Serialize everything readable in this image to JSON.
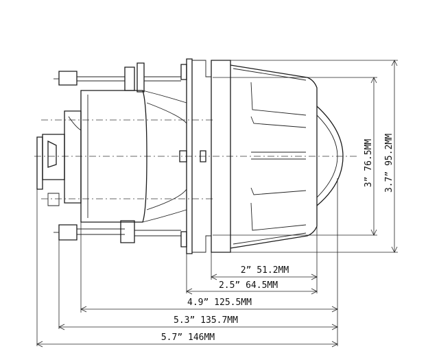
{
  "dimensions": {
    "vertical": [
      {
        "label": "3” 76.5MM",
        "inch": 3,
        "mm": 76.5
      },
      {
        "label": "3.7” 95.2MM",
        "inch": 3.7,
        "mm": 95.2
      }
    ],
    "horizontal": [
      {
        "label": "2” 51.2MM",
        "inch": 2,
        "mm": 51.2
      },
      {
        "label": "2.5” 64.5MM",
        "inch": 2.5,
        "mm": 64.5
      },
      {
        "label": "4.9” 125.5MM",
        "inch": 4.9,
        "mm": 125.5
      },
      {
        "label": "5.3” 135.7MM",
        "inch": 5.3,
        "mm": 135.7
      },
      {
        "label": "5.7” 146MM",
        "inch": 5.7,
        "mm": 146
      }
    ]
  }
}
